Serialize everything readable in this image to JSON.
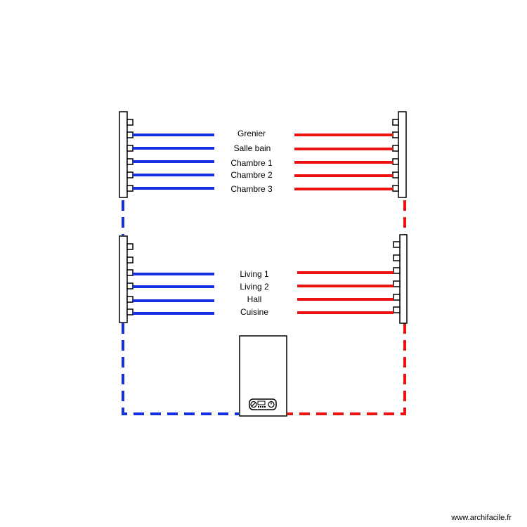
{
  "circuits": {
    "upper": [
      "Grenier",
      "Salle bain",
      "Chambre 1",
      "Chambre 2",
      "Chambre 3"
    ],
    "lower": [
      "Living 1",
      "Living 2",
      "Hall",
      "Cuisine"
    ]
  },
  "colors": {
    "cold": "#1530e0",
    "hot": "#ee1111",
    "outline": "#000000"
  },
  "boiler": {
    "icon": "boiler-control-panel-icon"
  },
  "footer": {
    "credit": "www.archifacile.fr"
  }
}
